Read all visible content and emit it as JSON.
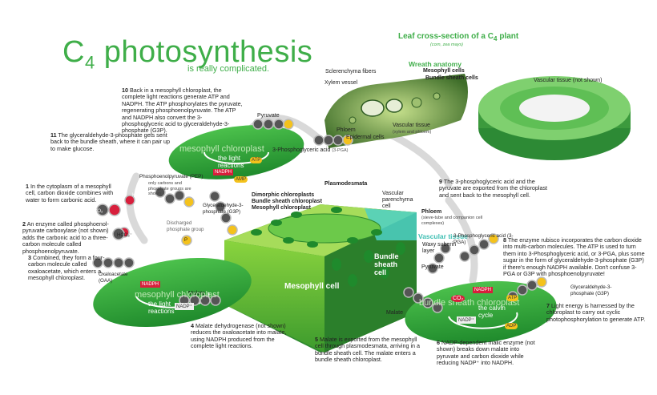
{
  "title": {
    "main": "C",
    "sub": "4",
    "rest": " photosynthesis",
    "subtitle": "is really complicated."
  },
  "leaf": {
    "heading_pre": "Leaf cross-section of a C",
    "heading_sub": "4",
    "heading_post": " plant",
    "species": "(corn, zea mays)",
    "wreath": "Wreath anatomy",
    "mesophyll_cells": "Mesophyll cells",
    "bundle_sheath_cells": "Bundle sheath cells",
    "sclerenchyma": "Sclerenchyma fibers",
    "xylem": "Xylem vessel",
    "phloem": "Phloem",
    "epidermal": "Epidermal cells",
    "vascular_tissue": "Vascular tissue",
    "vascular_tissue_sub": "(xylem and phloem)",
    "vascular_not_shown": "Vascular tissue (not shown)"
  },
  "cell_labels": {
    "dimorphic": "Dimorphic chloroplasts",
    "bs_chloroplast": "Bundle sheath chloroplast",
    "meso_chloroplast": "Mesophyll chloroplast",
    "plasmodesmata": "Plasmodesmata",
    "vascular_parenchyma": "Vascular parenchyma cell",
    "phloem": "Phloem",
    "phloem_sub": "(sieve-tube and companion cell complexes)",
    "vascular_tissue": "Vascular tissue",
    "waxy": "Waxy suberin layer",
    "bundle_sheath": "Bundle sheath cell",
    "mesophyll_cell": "Mesophyll cell"
  },
  "molecules": {
    "pyruvate_top": "Pyruvate",
    "pga_top": "3-Phosphoglyceric acid",
    "pga_top_abbr": "(3-PGA)",
    "pep": "Phosphoenolpyruvate (PEP)",
    "pep_sub": "only carbons and phosphate groups are shown",
    "co2": "CO₂",
    "h2o": "H₂O",
    "hco3": "HCO₃⁻",
    "g3p_left": "Glyceraldehyde-3-phosphate (G3P)",
    "discharged": "Discharged phosphate group",
    "p": "P",
    "oaa": "Oxaloacetate (OAA)",
    "malate_left": "Malate",
    "malate_right": "Malate",
    "pyruvate_right": "Pyruvate",
    "pga_right": "3-Phosphoglyceric acid (3-PGA)",
    "g3p_right": "Glyceraldehyde-3-phosphate (G3P)",
    "nadph": "NADPH",
    "nadp": "NADP⁺",
    "atp": "ATP",
    "amp": "AMP",
    "adp": "ADP"
  },
  "chloroplasts": {
    "top_label": "mesophyll chloroplast",
    "top_reactions": "the light reactions",
    "left_label": "mesophyll chloroplast",
    "left_reactions": "the light reactions",
    "right_label": "bundle sheath chloroplast",
    "right_cycle": "the calvin cycle"
  },
  "notes": {
    "n1_num": "1",
    "n1": "In the cytoplasm of a mesophyll cell, carbon dioxide combines with water to form carbonic acid.",
    "n2_num": "2",
    "n2": "An enzyme called phosphoenol-pyruvate carboxylase (not shown) adds the carbonic acid to a three-carbon molecule called phosphoenolpyruvate.",
    "n3_num": "3",
    "n3": "Combined, they form a four-carbon molecule called oxaloacetate, which enters a mesophyll chloroplast.",
    "n4_num": "4",
    "n4": "Malate dehydrogenase (not shown) reduces the oxaloacetate into malate, using NADPH produced from the complete light reactions.",
    "n5_num": "5",
    "n5": "Malate is exported from the mesophyll cell through plasmodesmata, arriving in a bundle sheath cell. The malate enters a bundle sheath chloroplast.",
    "n6_num": "6",
    "n6": "NADP-dependent malic enzyme (not shown) breaks down malate into pyruvate and carbon dioxide while reducing NADP⁺ into NADPH.",
    "n7_num": "7",
    "n7": "Light energy is harnessed by the chloroplast to carry out cyclic photophosphorylation to generate ATP.",
    "n8_num": "8",
    "n8": "The enzyme rubisco incorporates the carbon dioxide into multi-carbon molecules. The ATP is used to turn them into 3-Phosphoglyceric acid, or 3-PGA, plus some sugar in the form of glyceraldehyde-3-phosphate (G3P) if there's enough NADPH available. Don't confuse 3-PGA or G3P with phosphoenolpyruvate!",
    "n9_num": "9",
    "n9": "The 3-phosphoglyceric acid and the pyruvate are exported from the chloroplast and sent back to the mesophyll cell.",
    "n10_num": "10",
    "n10": "Back in a mesophyll chloroplast, the complete light reactions generate ATP and NADPH. The ATP phosphorylates the pyruvate, regenerating phosphoenolpyruvate. The ATP and NADPH also convert the 3-phosphoglyceric acid to glyceraldehyde-3-phosphate (G3P).",
    "n11_num": "11",
    "n11": "The glyceraldehyde-3-phosphate gets sent back to the bundle sheath, where it can pair up to make glucose."
  },
  "colors": {
    "green": "#3fae49",
    "dark_green": "#2d8a35",
    "red": "#d81f3c",
    "yellow": "#f4c21c",
    "gray": "#555555",
    "teal": "#4dd0c5"
  }
}
